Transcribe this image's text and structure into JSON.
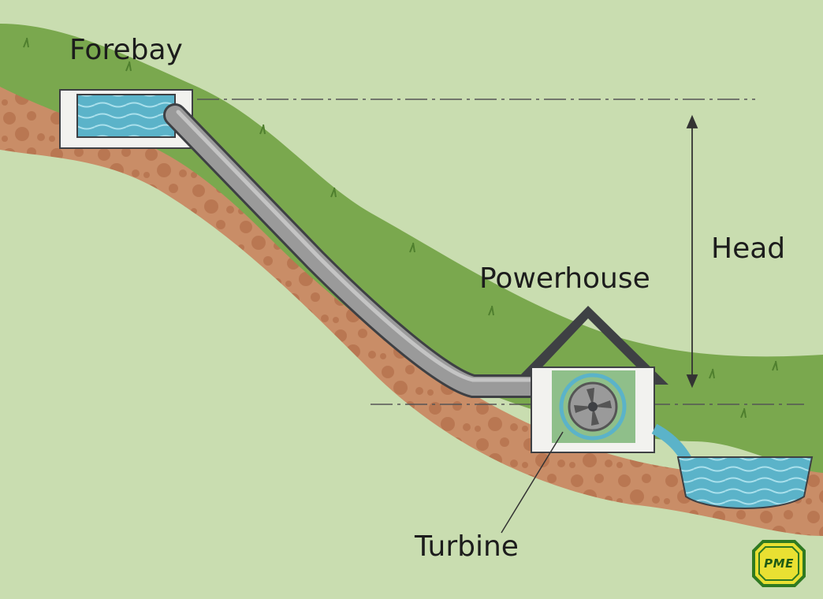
{
  "labels": {
    "forebay": "Forebay",
    "powerhouse": "Powerhouse",
    "head": "Head",
    "turbine": "Turbine"
  },
  "logo": {
    "text": "PME"
  },
  "colors": {
    "background": "#c9ddb0",
    "grass": "#7aa84e",
    "soil": "#c98d67",
    "water": "#5bb3c9",
    "pipe": "#9a9a9a",
    "building": "#f2f2ef",
    "roof": "#3e4044",
    "logo_fill": "#e9e032",
    "logo_border": "#2f7a22"
  }
}
